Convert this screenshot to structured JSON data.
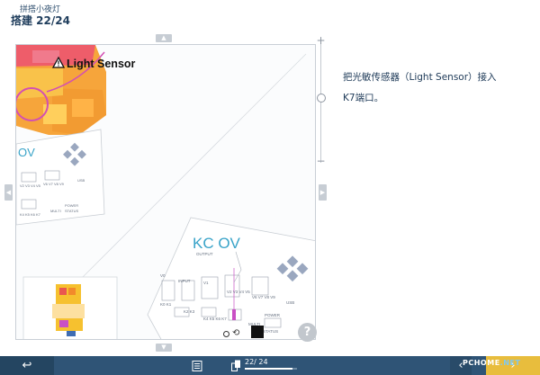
{
  "header": {
    "app_name": "拼搭小夜灯",
    "step_title": "搭建 22/24"
  },
  "scene": {
    "callout_label": "Light Sensor",
    "main_board": {
      "brand": "KC OV",
      "labels": [
        "OUTPUT",
        "V0",
        "V1",
        "V2 V3 V4 V5",
        "V6 V7 V8 V9",
        "K0 K1",
        "K2 K3",
        "K4 K5 K6 K7",
        "INPUT",
        "POWER",
        "USB",
        "MULTI",
        "STATUS"
      ]
    },
    "secondary_board": {
      "brand": "OV",
      "labels": [
        "V2 V3 V4 V5",
        "V6 V7 V8 V9",
        "USB",
        "K4 K5 K6 K7",
        "POWER",
        "MULTI",
        "STATUS"
      ]
    }
  },
  "instruction": {
    "line1": "把光敏传感器（Light Sensor）接入",
    "line2": "K7端口。"
  },
  "controls": {
    "zoom_in": "+",
    "zoom_out": "−",
    "help": "?"
  },
  "bottombar": {
    "back_icon": "back-arrow-icon",
    "list_icon": "list-icon",
    "progress_text": "22/ 24",
    "progress_fraction": 0.9167,
    "prev_icon": "chevron-left-icon",
    "next_icon": "chevron-right-icon"
  },
  "watermark": {
    "text": "PCHOME",
    "suffix": ".NET"
  },
  "colors": {
    "accent": "#2f5476",
    "next_button": "#e8bd3d",
    "title_text": "#1f3d5c"
  }
}
